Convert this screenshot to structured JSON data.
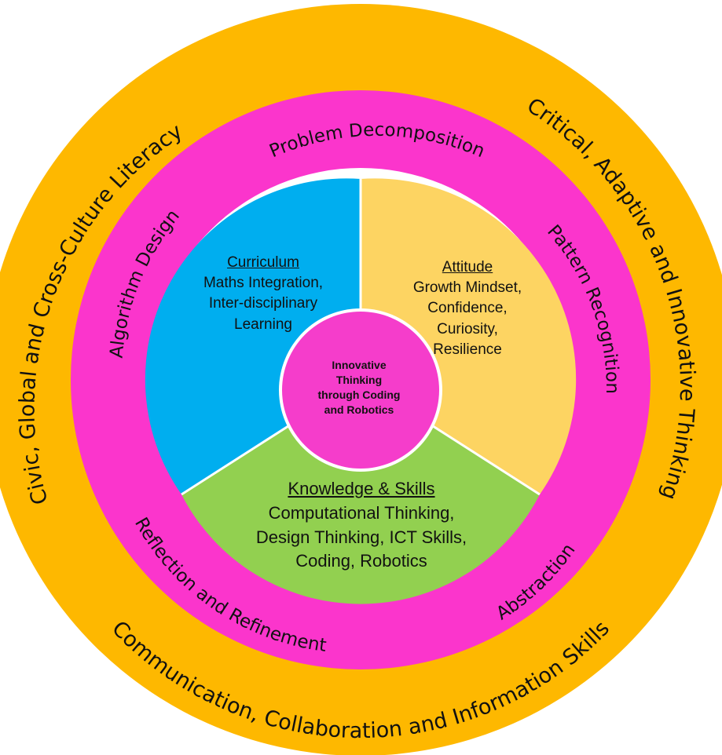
{
  "colors": {
    "outer_ring": "#FEB800",
    "pink_ring": "#FB35CC",
    "curriculum": "#00AEEF",
    "attitude": "#FDD462",
    "knowledge": "#92D050",
    "core": "#F53DCB",
    "divider": "#ffffff"
  },
  "outer_ring": {
    "left": "Civic, Global and Cross-Culture Literacy",
    "right": "Critical, Adaptive and Innovative Thinking",
    "bottom": "Communication, Collaboration and Information Skills"
  },
  "pink_ring": {
    "top": "Problem Decomposition",
    "right": "Pattern Recognition",
    "bottom_right": "Abstraction",
    "bottom_left": "Reflection and Refinement",
    "left": "Algorithm Design"
  },
  "segments": {
    "curriculum": {
      "title": "Curriculum",
      "lines": [
        "Maths Integration,",
        "Inter-disciplinary",
        "Learning"
      ]
    },
    "attitude": {
      "title": "Attitude",
      "lines": [
        "Growth Mindset,",
        "Confidence,",
        "Curiosity,",
        "Resilience"
      ]
    },
    "knowledge": {
      "title": "Knowledge  & Skills",
      "lines": [
        "Computational Thinking,",
        "Design Thinking, ICT Skills,",
        "Coding,  Robotics"
      ]
    }
  },
  "core": {
    "lines": [
      "Innovative",
      "Thinking",
      "through Coding",
      "and Robotics"
    ]
  }
}
